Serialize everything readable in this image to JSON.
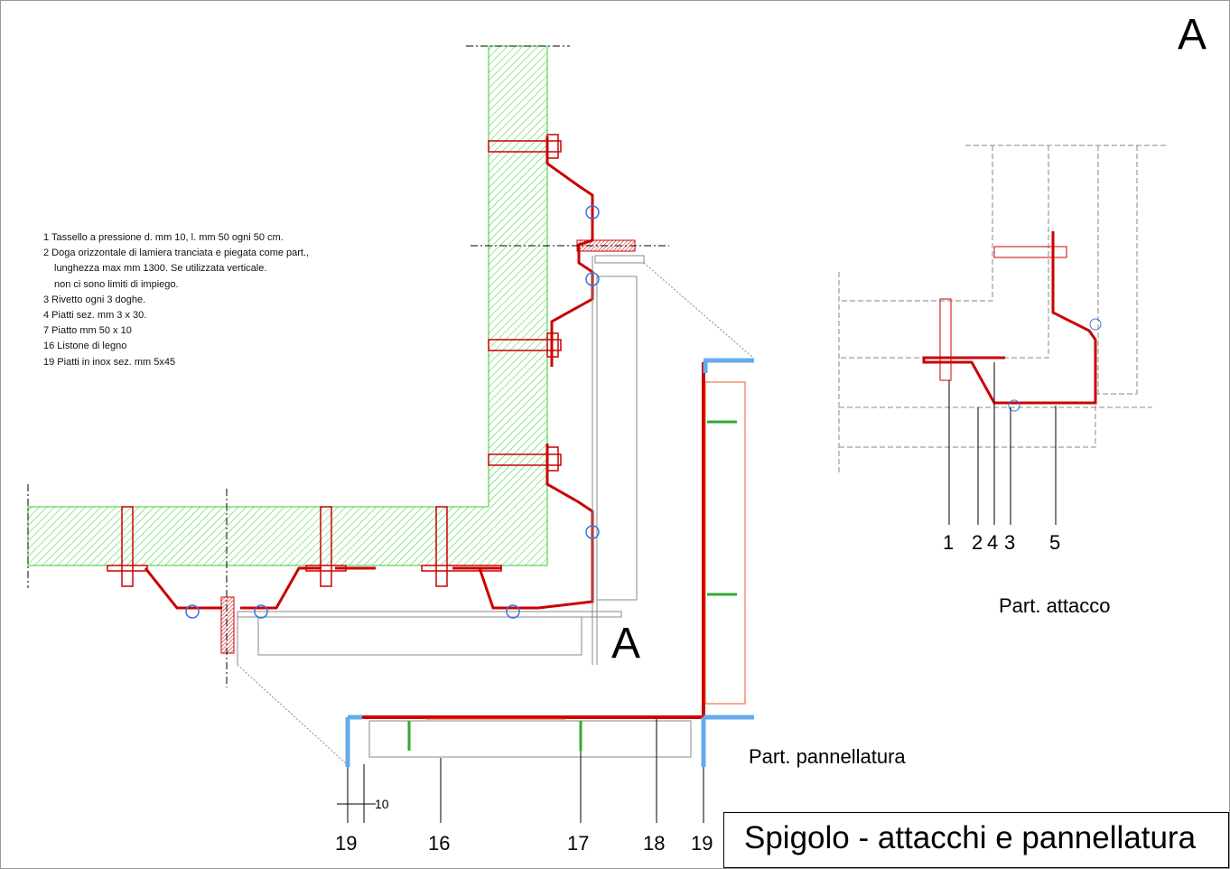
{
  "section_marks": {
    "top_right": "A",
    "drawing": "A"
  },
  "legend": [
    "1 Tassello a pressione d. mm 10, l. mm 50 ogni 50 cm.",
    "2 Doga orizzontale di lamiera tranciata e piegata come part.,",
    "lunghezza max mm 1300. Se utilizzata verticale.",
    "non ci sono limiti di impiego.",
    "3 Rivetto ogni 3 doghe.",
    "4 Piatti sez. mm 3 x 30.",
    "7 Piatto mm 50 x 10",
    "16 Listone di legno",
    "19 Piatti in inox sez. mm 5x45"
  ],
  "panel_callouts": [
    "19",
    "16",
    "17",
    "18",
    "19"
  ],
  "dimension": "10",
  "panel_caption": "Part. pannellatura",
  "attach_callouts": [
    "1",
    "2",
    "4",
    "3",
    "5"
  ],
  "attach_caption": "Part. attacco",
  "title": "Spigolo - attacchi e pannellatura",
  "colors": {
    "wall": "#33cc33",
    "profile": "#cc0000",
    "plate": "#66aaee",
    "screw": "#33aa33"
  }
}
